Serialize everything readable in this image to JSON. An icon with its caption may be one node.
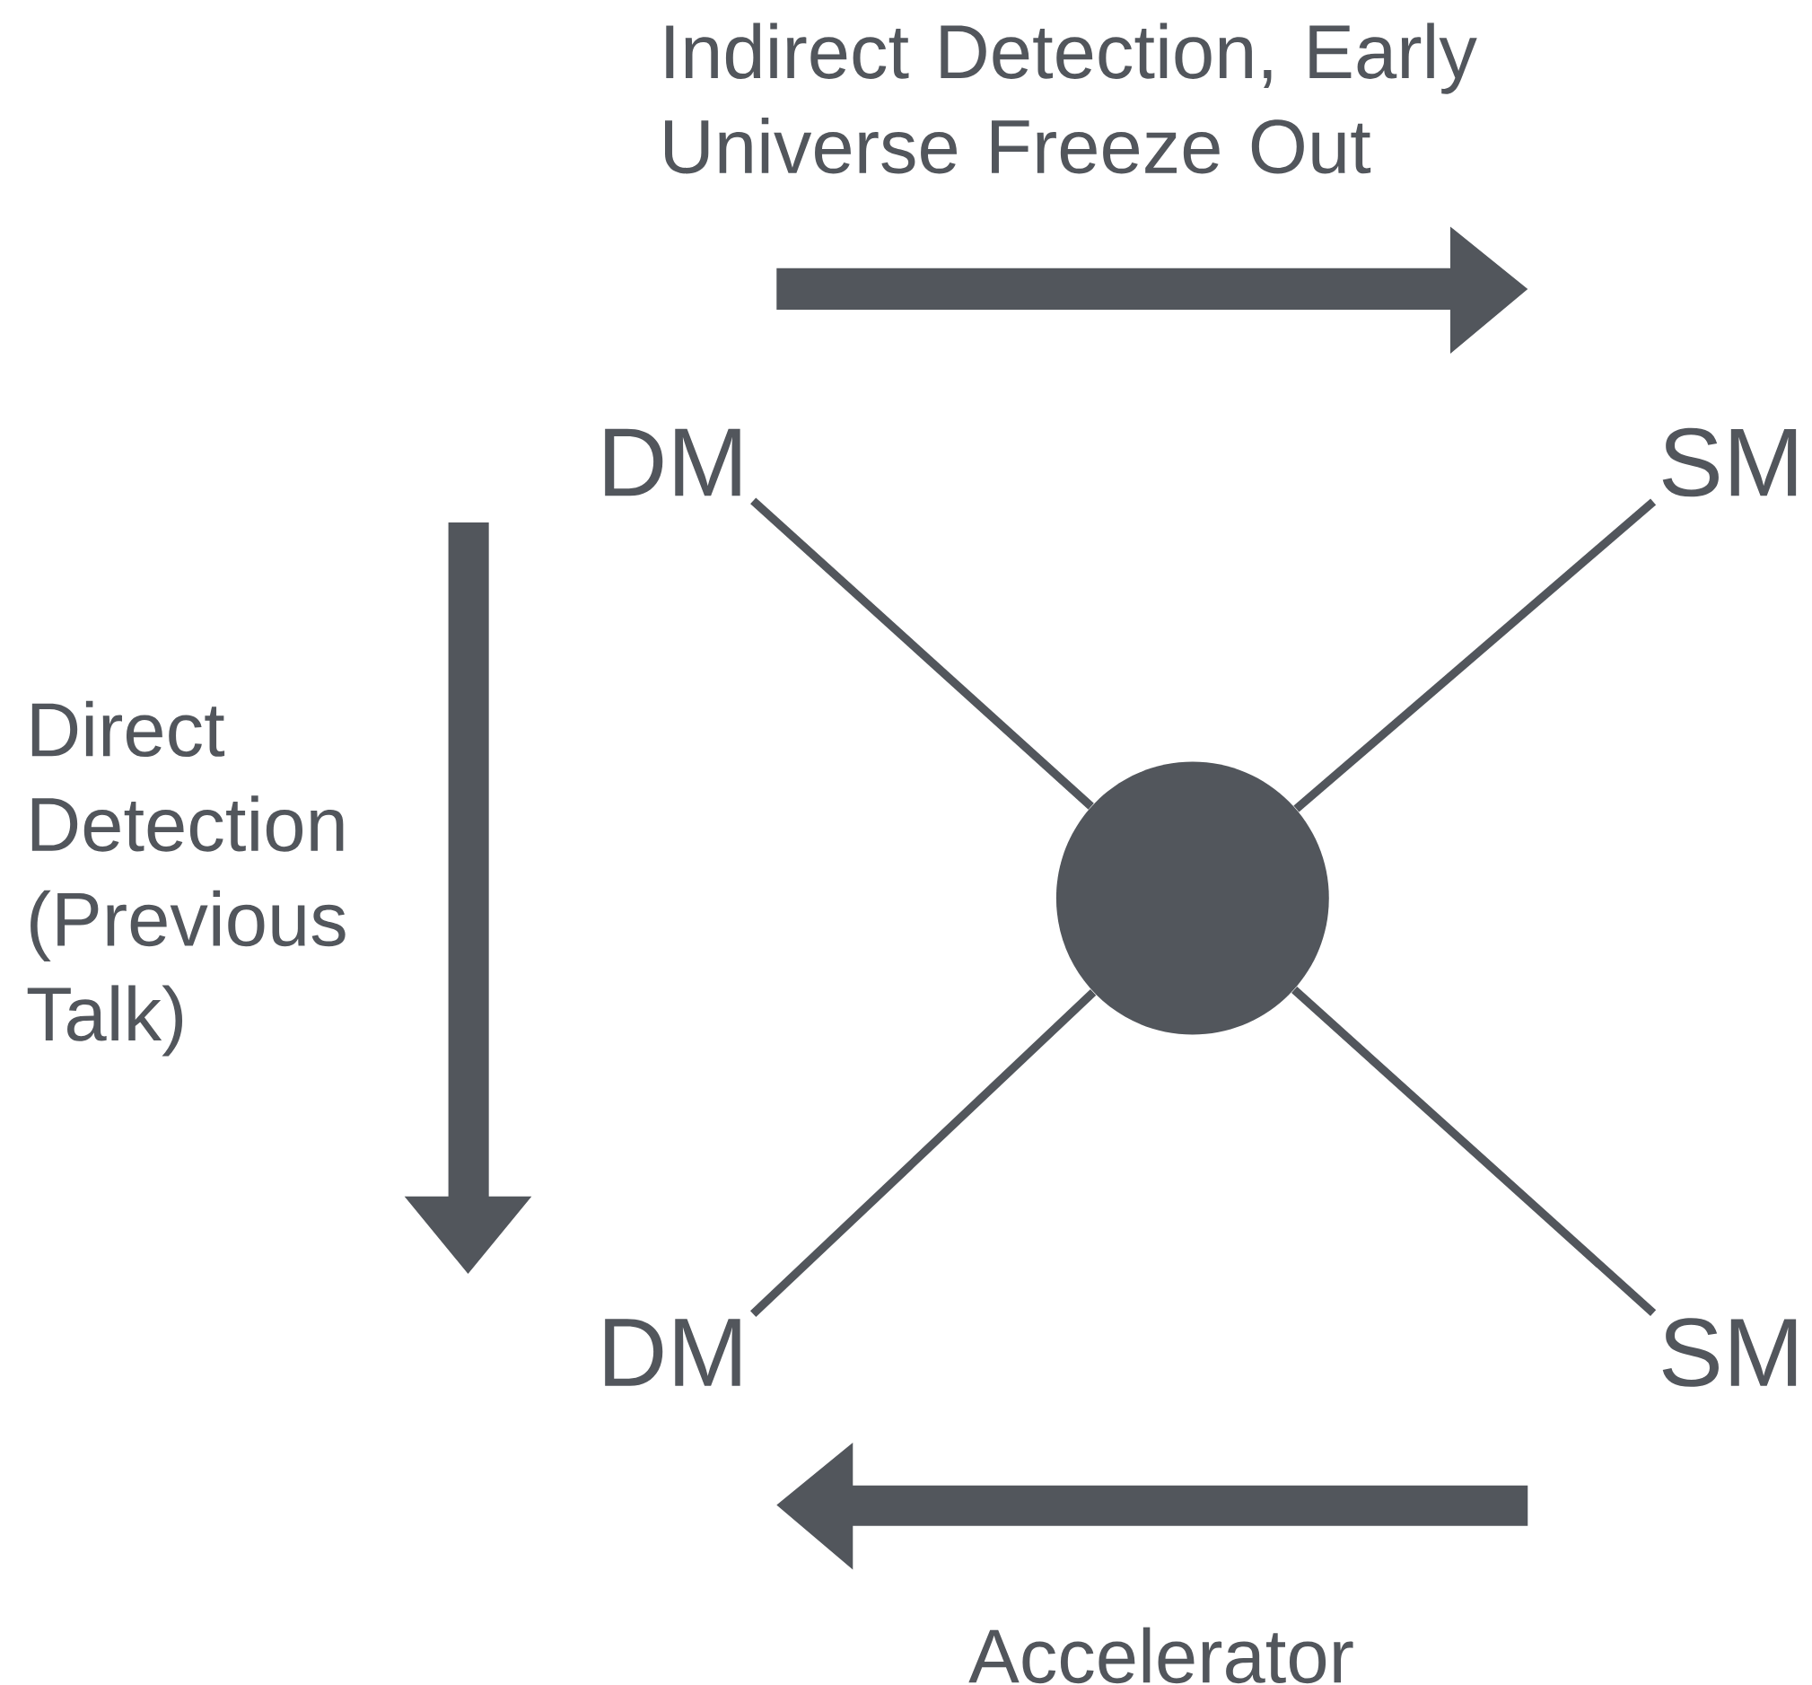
{
  "diagram": {
    "nodes": [
      {
        "text": [
          "DM"
        ]
      },
      {
        "text": [
          "SM"
        ]
      },
      {
        "text": [
          "DM"
        ]
      },
      {
        "text": [
          "SM"
        ]
      },
      {
        "text": [],
        "shape": "circle"
      }
    ],
    "edges": [
      {
        "from": 0,
        "to": 4,
        "arrow": "none"
      },
      {
        "from": 1,
        "to": 4,
        "arrow": "none"
      },
      {
        "from": 2,
        "to": 4,
        "arrow": "none"
      },
      {
        "from": 3,
        "to": 4,
        "arrow": "none"
      }
    ],
    "labels": [
      "Indirect Detection, Early Universe Freeze Out",
      "Direct Detection (Previous Talk)",
      "Accelerator"
    ]
  }
}
